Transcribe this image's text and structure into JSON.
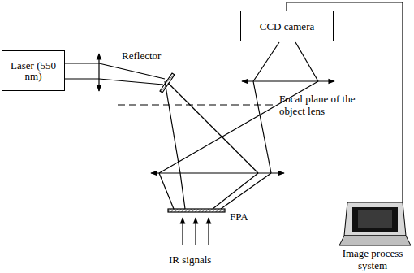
{
  "diagram": {
    "nodes": [
      {
        "text": [
          "CCD camera"
        ]
      },
      {
        "text": [
          "Laser (550 nm)"
        ]
      }
    ],
    "labels": [
      "Reflector",
      "Focal plane of the object lens",
      "FPA",
      "IR signals",
      "Image process system"
    ]
  }
}
